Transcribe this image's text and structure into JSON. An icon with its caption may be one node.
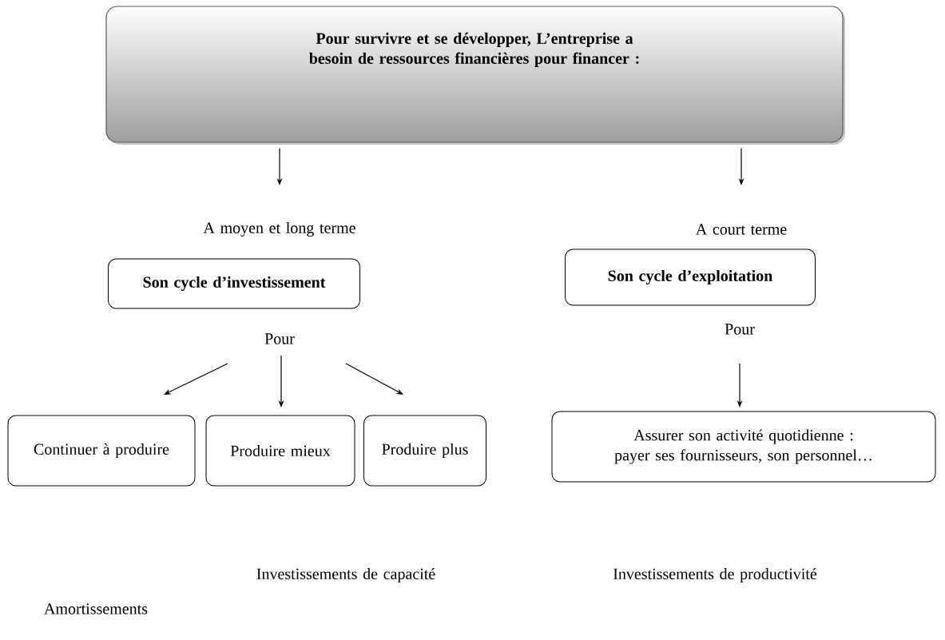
{
  "diagram": {
    "nodes": [
      {
        "text": [
          "Pour survivre et se développer, L’entreprise a besoin de ressources financières pour financer :"
        ]
      },
      {
        "text": [
          "A moyen et long terme"
        ]
      },
      {
        "text": [
          "A court terme"
        ]
      },
      {
        "text": [
          "Son cycle d’investissement"
        ]
      },
      {
        "text": [
          "Son cycle d’exploitation"
        ]
      },
      {
        "text": [
          "Pour"
        ]
      },
      {
        "text": [
          "Pour"
        ]
      },
      {
        "text": [
          "Continuer à produire"
        ]
      },
      {
        "text": [
          "Produire mieux"
        ]
      },
      {
        "text": [
          "Produire plus"
        ]
      },
      {
        "text": [
          "Assurer son activité quotidienne : payer ses fournisseurs, son personnel…"
        ]
      }
    ],
    "edges": [
      {
        "from": 0,
        "to": 1,
        "arrow": "to"
      },
      {
        "from": 0,
        "to": 2,
        "arrow": "to"
      },
      {
        "from": 5,
        "to": 7,
        "arrow": "to"
      },
      {
        "from": 5,
        "to": 8,
        "arrow": "to"
      },
      {
        "from": 5,
        "to": 9,
        "arrow": "to"
      },
      {
        "from": 6,
        "to": 10,
        "arrow": "to"
      }
    ],
    "labels": [
      "Investissements de capacité",
      "Investissements de productivité",
      "Amortissements"
    ]
  }
}
